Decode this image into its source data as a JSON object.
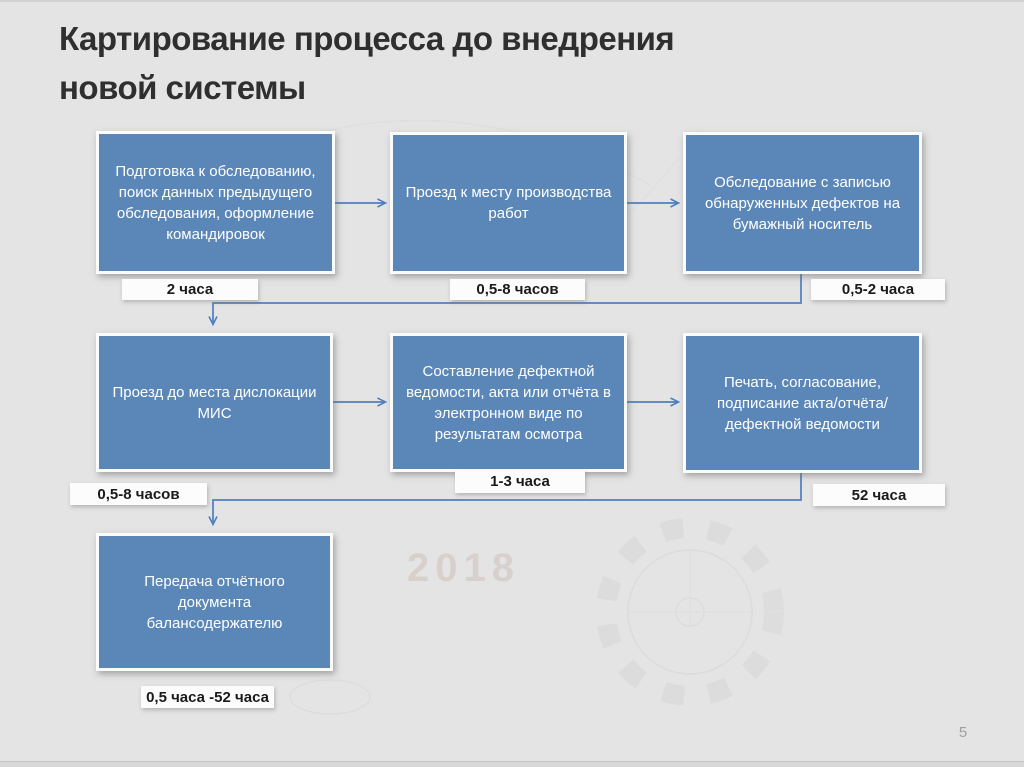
{
  "slide": {
    "title_line1": "Картирование процесса до внедрения",
    "title_line2": "новой системы",
    "page_number": "5",
    "watermark_year": "2018"
  },
  "colors": {
    "background": "#e4e4e4",
    "box_fill": "#5b87b8",
    "box_border": "#fbfbfb",
    "box_text": "#ffffff",
    "connector": "#4f7fbd",
    "label_bg": "#fcfcfc",
    "label_text": "#1a1a1a",
    "title_text": "#2f2f2f",
    "page_number": "#a0a0a0"
  },
  "flowchart": {
    "steps": [
      {
        "label": "Подготовка к обследованию, поиск данных предыдущего обследования, оформление командировок",
        "duration": "2 часа"
      },
      {
        "label": "Проезд к месту производства работ",
        "duration": "0,5-8 часов"
      },
      {
        "label": "Обследование с записью обнаруженных дефектов на бумажный носитель",
        "duration": "0,5-2 часа"
      },
      {
        "label": "Проезд до места дислокации МИС",
        "duration": "0,5-8 часов"
      },
      {
        "label": "Составление дефектной ведомости, акта или отчёта в электронном виде по результатам осмотра",
        "duration": "1-3 часа"
      },
      {
        "label": "Печать, согласование, подписание акта/отчёта/ дефектной ведомости",
        "duration": "52 часа"
      },
      {
        "label": "Передача отчётного документа балансодержателю",
        "duration": "0,5 часа -52 часа"
      }
    ]
  }
}
